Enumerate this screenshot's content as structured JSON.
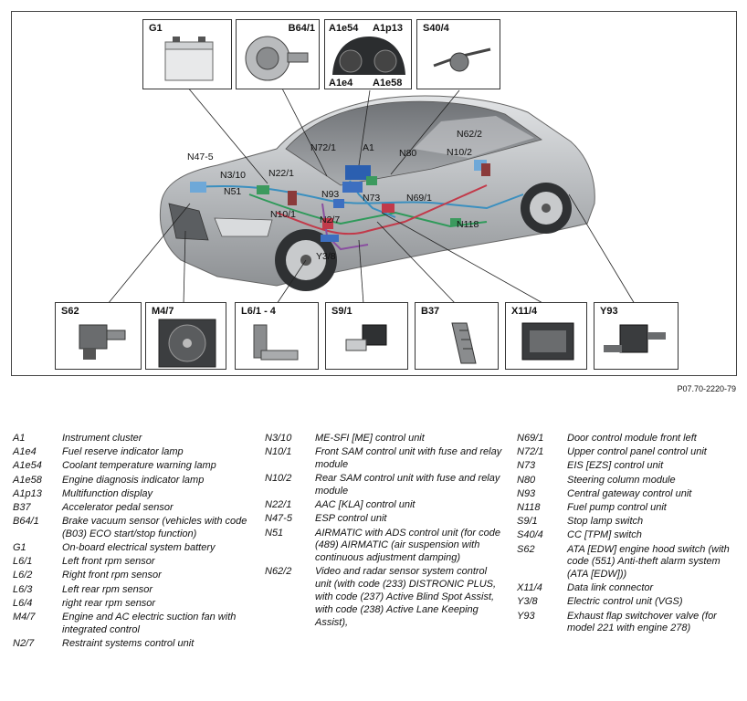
{
  "figure_ref": "P07.70-2220-79",
  "callouts": {
    "G1": "G1",
    "B64_1": "B64/1",
    "A1e54": "A1e54",
    "A1p13": "A1p13",
    "A1e4": "A1e4",
    "A1e58": "A1e58",
    "S40_4": "S40/4",
    "S62": "S62",
    "M4_7": "M4/7",
    "L6_1_4": "L6/1 - 4",
    "S9_1": "S9/1",
    "B37": "B37",
    "X11_4": "X11/4",
    "Y93": "Y93"
  },
  "car_labels": {
    "N47_5": "N47-5",
    "N3_10": "N3/10",
    "N22_1": "N22/1",
    "N51": "N51",
    "N72_1": "N72/1",
    "A1": "A1",
    "N80": "N80",
    "N62_2": "N62/2",
    "N10_2": "N10/2",
    "N93": "N93",
    "N73": "N73",
    "N69_1": "N69/1",
    "N10_1": "N10/1",
    "N2_7": "N2/7",
    "N118": "N118",
    "Y3_8": "Y3/8"
  },
  "legend": {
    "col1": [
      {
        "code": "A1",
        "desc": "Instrument cluster"
      },
      {
        "code": "A1e4",
        "desc": "Fuel reserve indicator lamp"
      },
      {
        "code": "A1e54",
        "desc": "Coolant temperature warning lamp"
      },
      {
        "code": "A1e58",
        "desc": "Engine diagnosis indicator lamp"
      },
      {
        "code": "A1p13",
        "desc": "Multifunction display"
      },
      {
        "code": "B37",
        "desc": "Accelerator pedal sensor"
      },
      {
        "code": "B64/1",
        "desc": "Brake vacuum sensor (vehicles with code (B03) ECO start/stop function)"
      },
      {
        "code": "G1",
        "desc": "On-board electrical system battery"
      },
      {
        "code": "L6/1",
        "desc": "Left front rpm sensor"
      },
      {
        "code": "L6/2",
        "desc": "Right front rpm sensor"
      },
      {
        "code": "L6/3",
        "desc": "Left rear rpm sensor"
      },
      {
        "code": "L6/4",
        "desc": "right rear rpm sensor"
      },
      {
        "code": "M4/7",
        "desc": "Engine and AC electric suction fan with integrated control"
      },
      {
        "code": "N2/7",
        "desc": "Restraint systems control unit"
      }
    ],
    "col2": [
      {
        "code": "N3/10",
        "desc": "ME-SFI [ME] control unit"
      },
      {
        "code": "N10/1",
        "desc": "Front SAM control unit with fuse and relay module"
      },
      {
        "code": "N10/2",
        "desc": "Rear SAM control unit with fuse and relay module"
      },
      {
        "code": "N22/1",
        "desc": "AAC [KLA] control unit"
      },
      {
        "code": "N47-5",
        "desc": "ESP control unit"
      },
      {
        "code": "N51",
        "desc": "AIRMATIC with ADS control unit (for code (489) AIRMATIC (air suspension with continuous adjustment damping)"
      },
      {
        "code": "N62/2",
        "desc": "Video and radar sensor system control unit (with code (233) DISTRONIC PLUS, with code (237) Active Blind Spot Assist, with code (238) Active Lane Keeping Assist),"
      }
    ],
    "col3": [
      {
        "code": "N69/1",
        "desc": "Door control module front left"
      },
      {
        "code": "N72/1",
        "desc": "Upper control panel control unit"
      },
      {
        "code": "N73",
        "desc": "EIS [EZS] control unit"
      },
      {
        "code": "N80",
        "desc": "Steering column module"
      },
      {
        "code": "N93",
        "desc": "Central gateway control unit"
      },
      {
        "code": "N118",
        "desc": "Fuel pump control unit"
      },
      {
        "code": "S9/1",
        "desc": "Stop lamp switch"
      },
      {
        "code": "S40/4",
        "desc": "CC [TPM] switch"
      },
      {
        "code": "S62",
        "desc": "ATA [EDW] engine hood switch (with code (551) Anti-theft alarm system (ATA [EDW]))"
      },
      {
        "code": "X11/4",
        "desc": "Data link connector"
      },
      {
        "code": "Y3/8",
        "desc": "Electric control unit (VGS)"
      },
      {
        "code": "Y93",
        "desc": "Exhaust flap switchover valve (for model 221 with engine 278)"
      }
    ]
  }
}
